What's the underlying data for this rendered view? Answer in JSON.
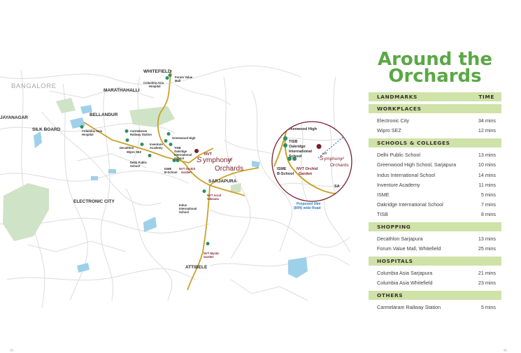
{
  "panel": {
    "title_line1": "Around the",
    "title_line2": "Orchards",
    "header": {
      "landmarks": "LANDMARKS",
      "time": "TIME"
    },
    "sections": [
      {
        "label": "WORKPLACES",
        "items": [
          {
            "name": "Electronic City",
            "time": "34 mins"
          },
          {
            "name": "Wipro SEZ",
            "time": "12 mins"
          }
        ]
      },
      {
        "label": "SCHOOLS & COLLEGES",
        "items": [
          {
            "name": "Delhi Public School",
            "time": "13 mins"
          },
          {
            "name": "Greenwood High School, Sarjapura",
            "time": "10 mins"
          },
          {
            "name": "Indus International School",
            "time": "14 mins"
          },
          {
            "name": "Inventure Academy",
            "time": "11 mins"
          },
          {
            "name": "ISME",
            "time": "5 mins"
          },
          {
            "name": "Oakridge International School",
            "time": "7 mins"
          },
          {
            "name": "TISB",
            "time": "8 mins"
          }
        ]
      },
      {
        "label": "SHOPPING",
        "items": [
          {
            "name": "Decathlon Sarjapura",
            "time": "13 mins"
          },
          {
            "name": "Forum Value Mall, Whitefield",
            "time": "25 mins"
          }
        ]
      },
      {
        "label": "HOSPITALS",
        "items": [
          {
            "name": "Columbia Asia Sarjapura",
            "time": "21 mins"
          },
          {
            "name": "Columbia Asia Whitefield",
            "time": "23 mins"
          }
        ]
      },
      {
        "label": "OTHERS",
        "items": [
          {
            "name": "Carmelaram Railway Station",
            "time": "5 mins"
          }
        ]
      }
    ]
  },
  "map": {
    "areas": {
      "whitefield": "WHITEFIELD",
      "bangalore": "BANGALORE",
      "marathahalli": "MARATHAHALLI",
      "jayanagar": "JAYANAGAR",
      "bellandur": "BELLANDUR",
      "silk_board": "SILK BOARD",
      "sarjapura": "SARJAPURA",
      "electronic_city": "ELECTRONIC CITY",
      "attibele": "ATTIBELE"
    },
    "pois": {
      "forum_value_mall": [
        "Forum Value",
        "Mall"
      ],
      "columbia_asia_hospital_wf": [
        "Columbia Asia",
        "Hospital"
      ],
      "columbia_asia_hospital_sj": [
        "Columbia Asia",
        "Hospital"
      ],
      "carmelaram": [
        "Carmelaram",
        "Railway Station"
      ],
      "greenwood": [
        "Greenwood High"
      ],
      "inventure": [
        "Inventure",
        "Academy"
      ],
      "tisb": [
        "TISB"
      ],
      "decathlon": [
        "Decathlon"
      ],
      "wipro": [
        "Wipro SEZ"
      ],
      "oakridge": [
        "Oakridge",
        "International",
        "School"
      ],
      "dps": [
        "Delhi Public",
        "School"
      ],
      "isme": [
        "ISME",
        "B-School"
      ],
      "nvt_orchid": [
        "NVT Orchid",
        "Garden"
      ],
      "nvt_arcot": [
        "NVT Arcot",
        "Vaksana"
      ],
      "indus": [
        "Indus",
        "International",
        "School"
      ],
      "nvt_mystic": [
        "NVT Mystic",
        "Garden"
      ]
    },
    "project": {
      "brand": "NVT",
      "name1": "ymphony",
      "of": "of",
      "name2": "Orchards"
    },
    "inset": {
      "greenwood": "Greenwood High",
      "tisb": "TISB",
      "oakridge": [
        "Oakridge",
        "International",
        "School"
      ],
      "isme": [
        "ISME",
        "B-School"
      ],
      "nvt_orchid": [
        "NVT Orchid",
        "Garden"
      ],
      "sarjapura_partial": "SA",
      "proposed_road": [
        "Proposed 24m",
        "(80ft) wide Road"
      ]
    },
    "colors": {
      "road_main": "#c9a227",
      "road_minor": "#d9d9d9",
      "green": "#cfe3c6",
      "water": "#9fd0ea",
      "brand": "#7a1f2b",
      "marker": "#2f8f63",
      "proposed_road": "#2a7fb8"
    }
  },
  "page_numbers": {
    "left": "45",
    "right": "46"
  }
}
